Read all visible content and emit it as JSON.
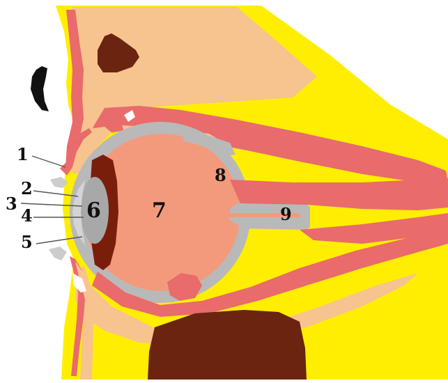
{
  "colors": {
    "background": "#ffffff",
    "fat_yellow": "#ffee00",
    "skin_tan": "#f7c38f",
    "muscle_pink": "#e96b6b",
    "vitreous_salmon": "#f39a7d",
    "sclera_gray": "#b9b9b9",
    "lens_gray": "#a8a8a8",
    "choroid_dark": "#7a1e0c",
    "sinus_brown": "#6b2410",
    "eyelash_black": "#111111"
  },
  "labels": {
    "l1": "1",
    "l2": "2",
    "l3": "3",
    "l4": "4",
    "l5": "5",
    "l6": "6",
    "l7": "7",
    "l8": "8",
    "l9": "9"
  }
}
